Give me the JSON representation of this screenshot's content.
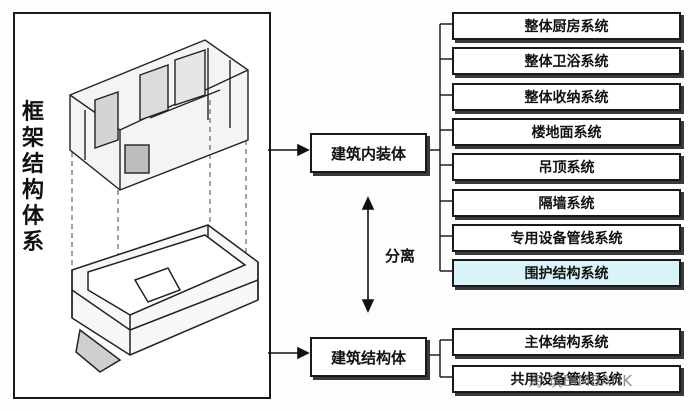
{
  "frame_title": [
    "框",
    "架",
    "结",
    "构",
    "体",
    "系"
  ],
  "interior_label": "建筑内装体",
  "structure_label": "建筑结构体",
  "separation_label": "分离",
  "interior_systems": [
    "整体厨房系统",
    "整体卫浴系统",
    "整体收纳系统",
    "楼地面系统",
    "吊顶系统",
    "隔墙系统",
    "专用设备管线系统",
    "围护结构系统"
  ],
  "structure_systems": [
    "主体结构系统",
    "共用设备管线系统"
  ],
  "highlight_color": "#d8f4f8",
  "watermark": "海·筑BIMBANK"
}
